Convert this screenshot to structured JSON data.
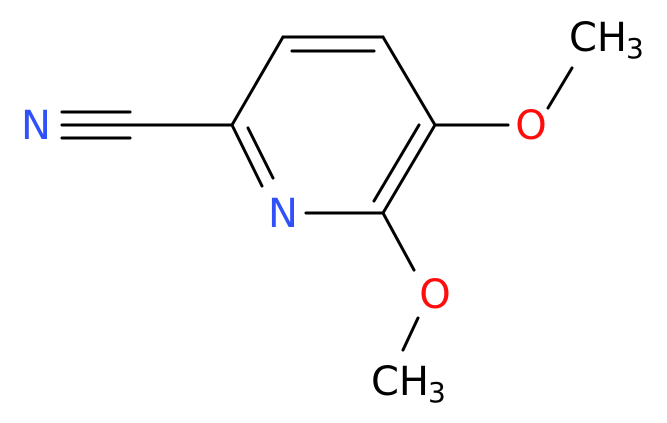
{
  "molecule": {
    "atoms": {
      "nitrile_n": "N",
      "ring_n": "N",
      "upper_o": "O",
      "lower_o": "O",
      "upper_methyl": "CH",
      "upper_methyl_sub": "3",
      "lower_methyl": "CH",
      "lower_methyl_sub": "3"
    },
    "colors": {
      "bond": "#000000",
      "nitrogen": "#3050F8",
      "oxygen": "#FF0D0D",
      "carbon_label": "#000000"
    }
  }
}
